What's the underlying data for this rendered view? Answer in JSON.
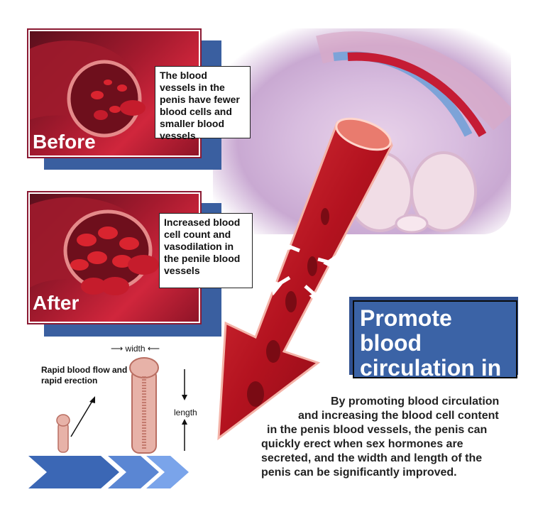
{
  "before": {
    "label": "Before",
    "caption": "The blood vessels in the penis have fewer blood cells and smaller blood vessels"
  },
  "after": {
    "label": "After",
    "caption": "Increased blood cell count and vasodilation in the penile blood vessels"
  },
  "headline": "Promote blood circulation in penis cells",
  "description": "By promoting blood circulation and increasing the blood cell content in the penis blood vessels, the penis can quickly erect when sex hormones are secreted, and the width and length of the penis can be significantly improved.",
  "diagram": {
    "flow_label": "Rapid blood flow and rapid erection",
    "width_label": "width",
    "length_label": "length"
  },
  "colors": {
    "accent_blue": "#3b63a6",
    "blood_red": "#c8102e",
    "frame_border": "#8b1a33"
  }
}
